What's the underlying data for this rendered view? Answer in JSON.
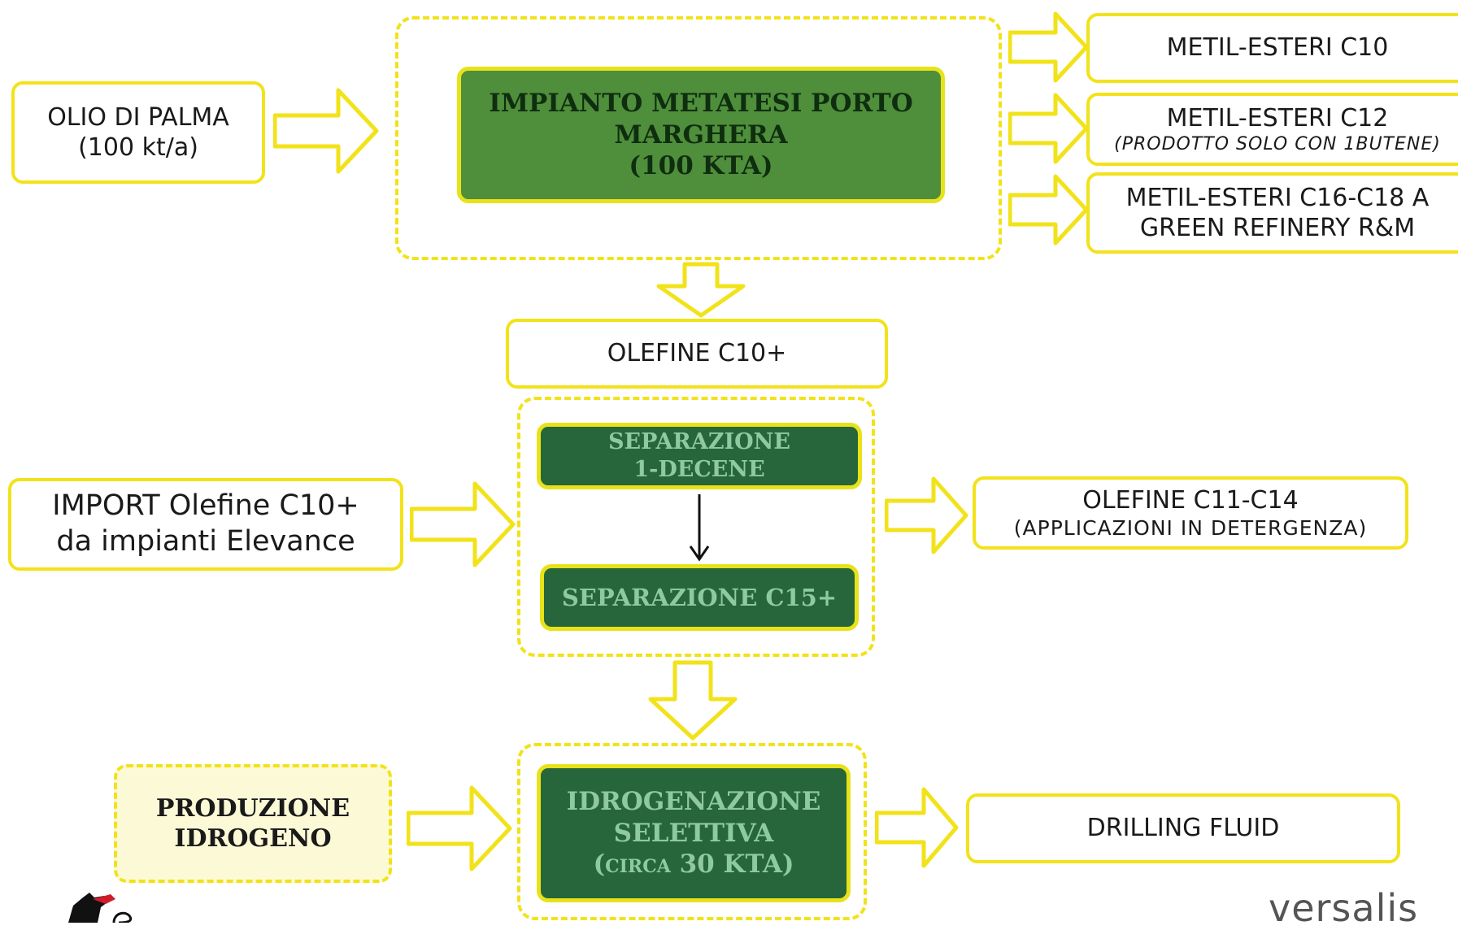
{
  "inputs": {
    "olio": [
      "OLIO DI PALMA",
      "(100 kt/a)"
    ],
    "import": [
      "IMPORT Olefine C10+",
      "da impianti Elevance"
    ],
    "hydrogen": [
      "PRODUZIONE",
      "IDROGENO"
    ]
  },
  "plant": {
    "metathesis": [
      "IMPIANTO METATESI PORTO",
      "MARGHERA",
      "(100 KTA)"
    ],
    "olefine": "OLEFINE C10+",
    "sep_decene": [
      "SEPARAZIONE",
      "1-DECENE"
    ],
    "sep_c15": "SEPARAZIONE C15+",
    "hydrogenation": [
      "IDROGENAZIONE",
      "SELETTIVA",
      "(circa",
      "30 KTA)"
    ]
  },
  "outputs": {
    "c10": "METIL-ESTERI C10",
    "c12": "METIL-ESTERI C12",
    "c12_note": "(PRODOTTO SOLO CON 1BUTENE)",
    "c16": [
      "METIL-ESTERI C16-C18 A",
      "GREEN REFINERY R&M"
    ],
    "c11": "OLEFINE C11-C14",
    "c11_note": "(APPLICAZIONI IN DETERGENZA)",
    "drilling": "DRILLING FLUID"
  },
  "footer": {
    "brand": "versalis"
  },
  "colors": {
    "border_yellow": "#f2e21a",
    "green_main": "#4f8e3b",
    "green_dark": "#26663a"
  }
}
